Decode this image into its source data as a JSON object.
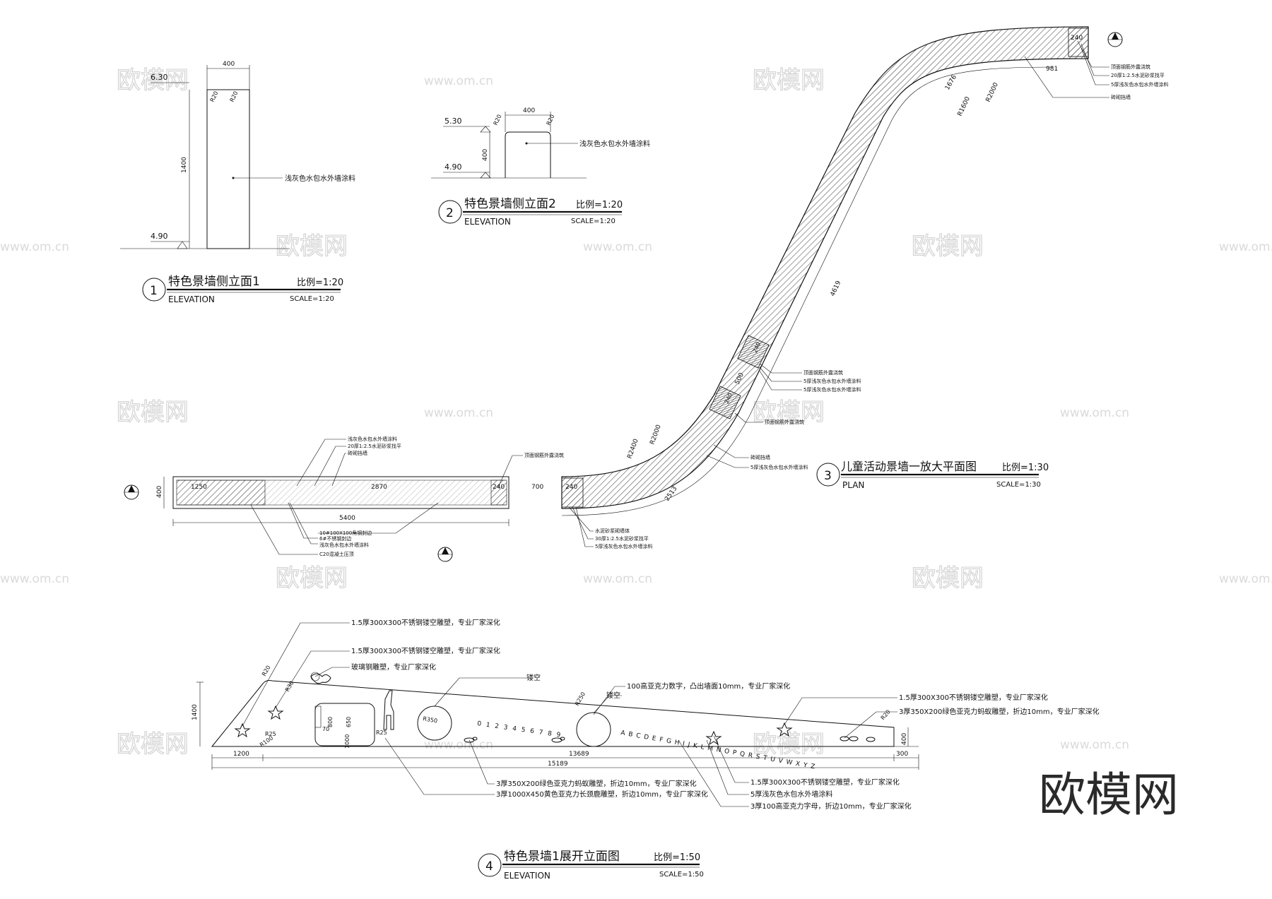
{
  "watermark": {
    "logo": "欧模网",
    "domain": "www.om.cn",
    "brand": "欧模网"
  },
  "title_blocks": [
    {
      "number": "1",
      "title": "特色景墙侧立面1",
      "scale_cn": "比例=1:20",
      "subtitle": "ELEVATION",
      "scale_en": "SCALE=1:20"
    },
    {
      "number": "2",
      "title": "特色景墙侧立面2",
      "scale_cn": "比例=1:20",
      "subtitle": "ELEVATION",
      "scale_en": "SCALE=1:20"
    },
    {
      "number": "3",
      "title": "儿童活动景墙一放大平面图",
      "scale_cn": "比例=1:30",
      "subtitle": "PLAN",
      "scale_en": "SCALE=1:30"
    },
    {
      "number": "4",
      "title": "特色景墙1展开立面图",
      "scale_cn": "比例=1:50",
      "subtitle": "ELEVATION",
      "scale_en": "SCALE=1:50"
    }
  ],
  "elevation1": {
    "width": "400",
    "height": "1400",
    "top_level": "6.30",
    "bottom_level": "4.90",
    "radius_a": "R20",
    "radius_b": "R20",
    "note": "浅灰色水包水外墙涂料"
  },
  "elevation2": {
    "width": "400",
    "height": "400",
    "top_level": "5.30",
    "bottom_level": "4.90",
    "radius_a": "R20",
    "radius_b": "R20",
    "note": "浅灰色水包水外墙涂料"
  },
  "plan": {
    "dims": [
      "1250",
      "2870",
      "240",
      "700",
      "240",
      "5400",
      "400",
      "2513",
      "4619",
      "500",
      "240",
      "240",
      "1676",
      "981",
      "240"
    ],
    "radii": [
      "R2400",
      "R2000",
      "R1600",
      "R2000"
    ],
    "notes_left_top": [
      "浅灰色水包水外墙涂料",
      "20厚1:2.5水泥砂浆找平",
      "砖砌挡墙"
    ],
    "notes_left_bottom": [
      "10#100X100角钢封边",
      "6#不锈钢封边",
      "浅灰色水包水外墙涂料",
      "C20混凝土压顶"
    ],
    "notes_mid": [
      "顶面钢筋外露浇筑"
    ],
    "notes_right_bottom": [
      "水泥砂浆砌墙体",
      "30厚1:2.5水泥砂浆找平",
      "5厚浅灰色水包水外墙涂料"
    ],
    "notes_diag": [
      "顶面钢筋外露浇筑",
      "5厚浅灰色水包水外墙涂料",
      "5厚浅灰色水包水外墙涂料"
    ],
    "notes_diag2": [
      "顶面钢筋外露浇筑"
    ],
    "notes_end": [
      "顶面钢筋外露浇筑",
      "20厚1:2.5水泥砂浆找平",
      "5厚浅灰色水包水外墙涂料",
      "砖砌挡墙"
    ],
    "notes_curve": [
      "砖砌挡墙",
      "5厚浅灰色水包水外墙涂料"
    ]
  },
  "elevation4": {
    "height_dim": "1400",
    "height_right": "400",
    "dim_left": "1200",
    "dim_mid": "13689",
    "dim_right": "300",
    "dim_total": "15189",
    "radii": [
      "R20",
      "R30",
      "R25",
      "R100",
      "R350",
      "R250",
      "R20"
    ],
    "dims_small": [
      "70",
      "800",
      "650",
      "R25",
      "1000"
    ],
    "numbers_row": "0 1 2 3 4 5 6 7 8 9",
    "letters_row": "A B C D E F G H I J K L M N O P Q R S T U V W X Y Z",
    "annotations": [
      "1.5厚300X300不锈钢镂空雕塑，专业厂家深化",
      "1.5厚300X300不锈钢镂空雕塑，专业厂家深化",
      "玻璃钢雕塑，专业厂家深化",
      "镂空",
      "100高亚克力数字，凸出墙面10mm，专业厂家深化",
      "镂空",
      "1.5厚300X300不锈钢镂空雕塑，专业厂家深化",
      "3厚350X200绿色亚克力蚂蚁雕塑，折边10mm，专业厂家深化",
      "3厚350X200绿色亚克力蚂蚁雕塑，折边10mm，专业厂家深化",
      "3厚1000X450黄色亚克力长颈鹿雕塑，折边10mm，专业厂家深化",
      "1.5厚300X300不锈钢镂空雕塑，专业厂家深化",
      "5厚浅灰色水包水外墙涂料",
      "3厚100高亚克力字母，折边10mm，专业厂家深化"
    ]
  }
}
